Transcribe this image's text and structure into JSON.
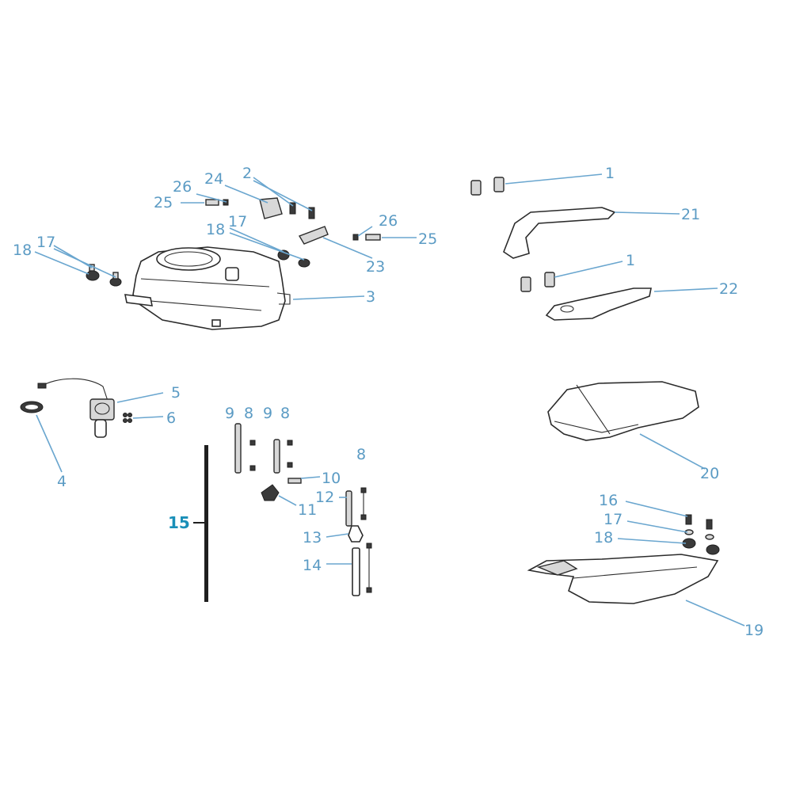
{
  "callouts": {
    "c1a": "1",
    "c1b": "1",
    "c2": "2",
    "c3": "3",
    "c4": "4",
    "c5": "5",
    "c6": "6",
    "c8a": "8",
    "c8b": "8",
    "c8c": "8",
    "c9a": "9",
    "c9b": "9",
    "c10": "10",
    "c11": "11",
    "c12": "12",
    "c13": "13",
    "c14": "14",
    "c15": "15",
    "c16": "16",
    "c17a": "17",
    "c17b": "17",
    "c17c": "17",
    "c18a": "18",
    "c18b": "18",
    "c18c": "18",
    "c19": "19",
    "c20": "20",
    "c21": "21",
    "c22": "22",
    "c23": "23",
    "c24": "24",
    "c25a": "25",
    "c25b": "25",
    "c26a": "26",
    "c26b": "26"
  },
  "colors": {
    "callout": "#5b9bc4",
    "callout_group": "#1a8fb8",
    "linework": "#2b2b2b"
  }
}
